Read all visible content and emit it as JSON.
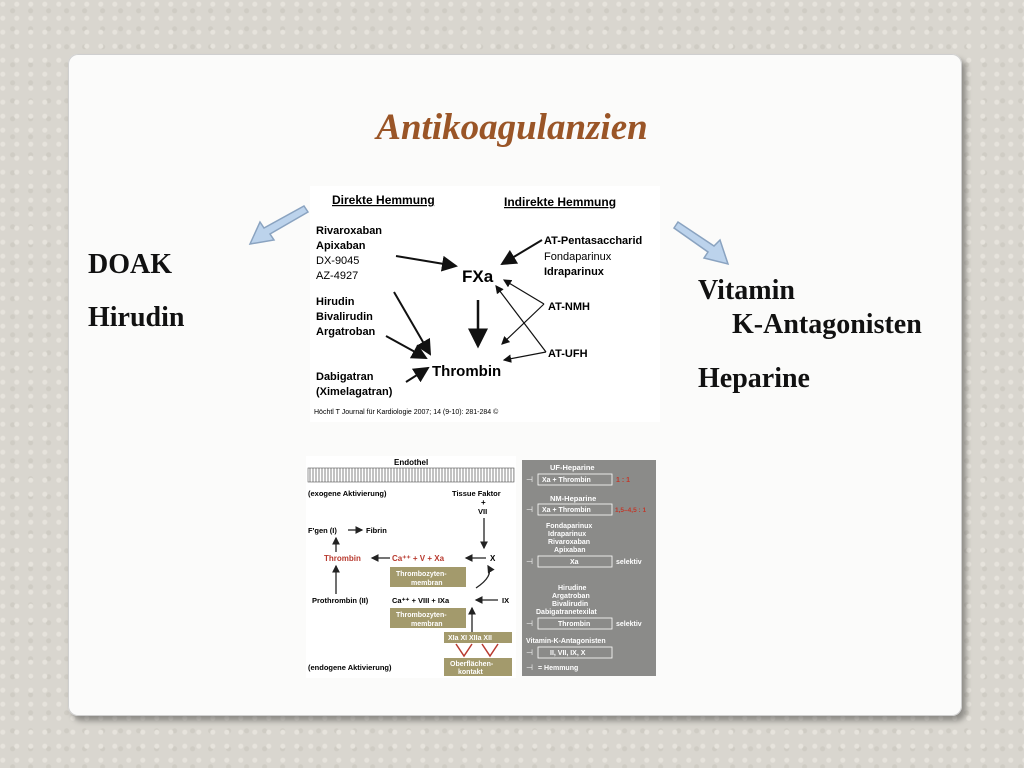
{
  "title": "Antikoagulanzien",
  "left_list": [
    "DOAK",
    "Hirudin"
  ],
  "right_list": [
    "Vitamin",
    "K-Antagonisten",
    "Heparine"
  ],
  "top_diagram": {
    "header_left": "Direkte Hemmung",
    "header_right": "Indirekte Hemmung",
    "group1": [
      "Rivaroxaban",
      "Apixaban",
      "DX-9045",
      "AZ-4927"
    ],
    "group2": [
      "Hirudin",
      "Bivalirudin",
      "Argatroban"
    ],
    "group3": [
      "Dabigatran",
      "(Ximelagatran)"
    ],
    "fxa": "FXa",
    "thrombin": "Thrombin",
    "right_group": [
      "AT-Pentasaccharid",
      "Fondaparinux",
      "Idraparinux"
    ],
    "at_nmh": "AT-NMH",
    "at_ufh": "AT-UFH",
    "citation": "Höchtl T Journal für Kardiologie 2007; 14 (9-10): 281-284 ©"
  },
  "cascade": {
    "endothel": "Endothel",
    "exogen": "(exogene Aktivierung)",
    "tissue_factor": "Tissue Faktor",
    "plus": "+",
    "vii": "VII",
    "fgen": "F'gen (I)",
    "fibrin": "Fibrin",
    "thrombin": "Thrombin",
    "ca_v_xa": "Ca⁺⁺ + V + Xa",
    "x": "X",
    "thrombo1": [
      "Thrombozyten-",
      "membran"
    ],
    "prothrombin": "Prothrombin (II)",
    "ca_viii_ixa": "Ca⁺⁺ + VIII + IXa",
    "ix": "IX",
    "thrombo2": [
      "Thrombozyten-",
      "membran"
    ],
    "xia": "XIa XI XIIa XII",
    "oberflaechen": [
      "Oberflächen-",
      "kontakt"
    ],
    "endogen": "(endogene Aktivierung)"
  },
  "legend_panel": {
    "uf_title": "UF-Heparine",
    "uf_box": "Xa + Thrombin",
    "uf_ratio": "1 : 1",
    "nm_title": "NM-Heparine",
    "nm_box": "Xa + Thrombin",
    "nm_ratio": "1,5–4,5 : 1",
    "xa_drugs": [
      "Fondaparinux",
      "Idraparinux",
      "Rivaroxaban",
      "Apixaban"
    ],
    "xa_box": "Xa",
    "xa_sel": "selektiv",
    "th_drugs": [
      "Hirudine",
      "Argatroban",
      "Bivalirudin",
      "Dabigatranetexilat"
    ],
    "th_box": "Thrombin",
    "th_sel": "selektiv",
    "vka_title": "Vitamin-K-Antagonisten",
    "vka_box": "II, VII, IX, X",
    "hemmung": "= Hemmung",
    "inhibit_symbol": "⊣"
  },
  "colors": {
    "title": "#9a5527",
    "thrombin_red": "#b83a2f",
    "khaki_box": "#a39a6c",
    "panel_gray": "#8b8b89",
    "arrow_blue": "#b8cfe8"
  }
}
